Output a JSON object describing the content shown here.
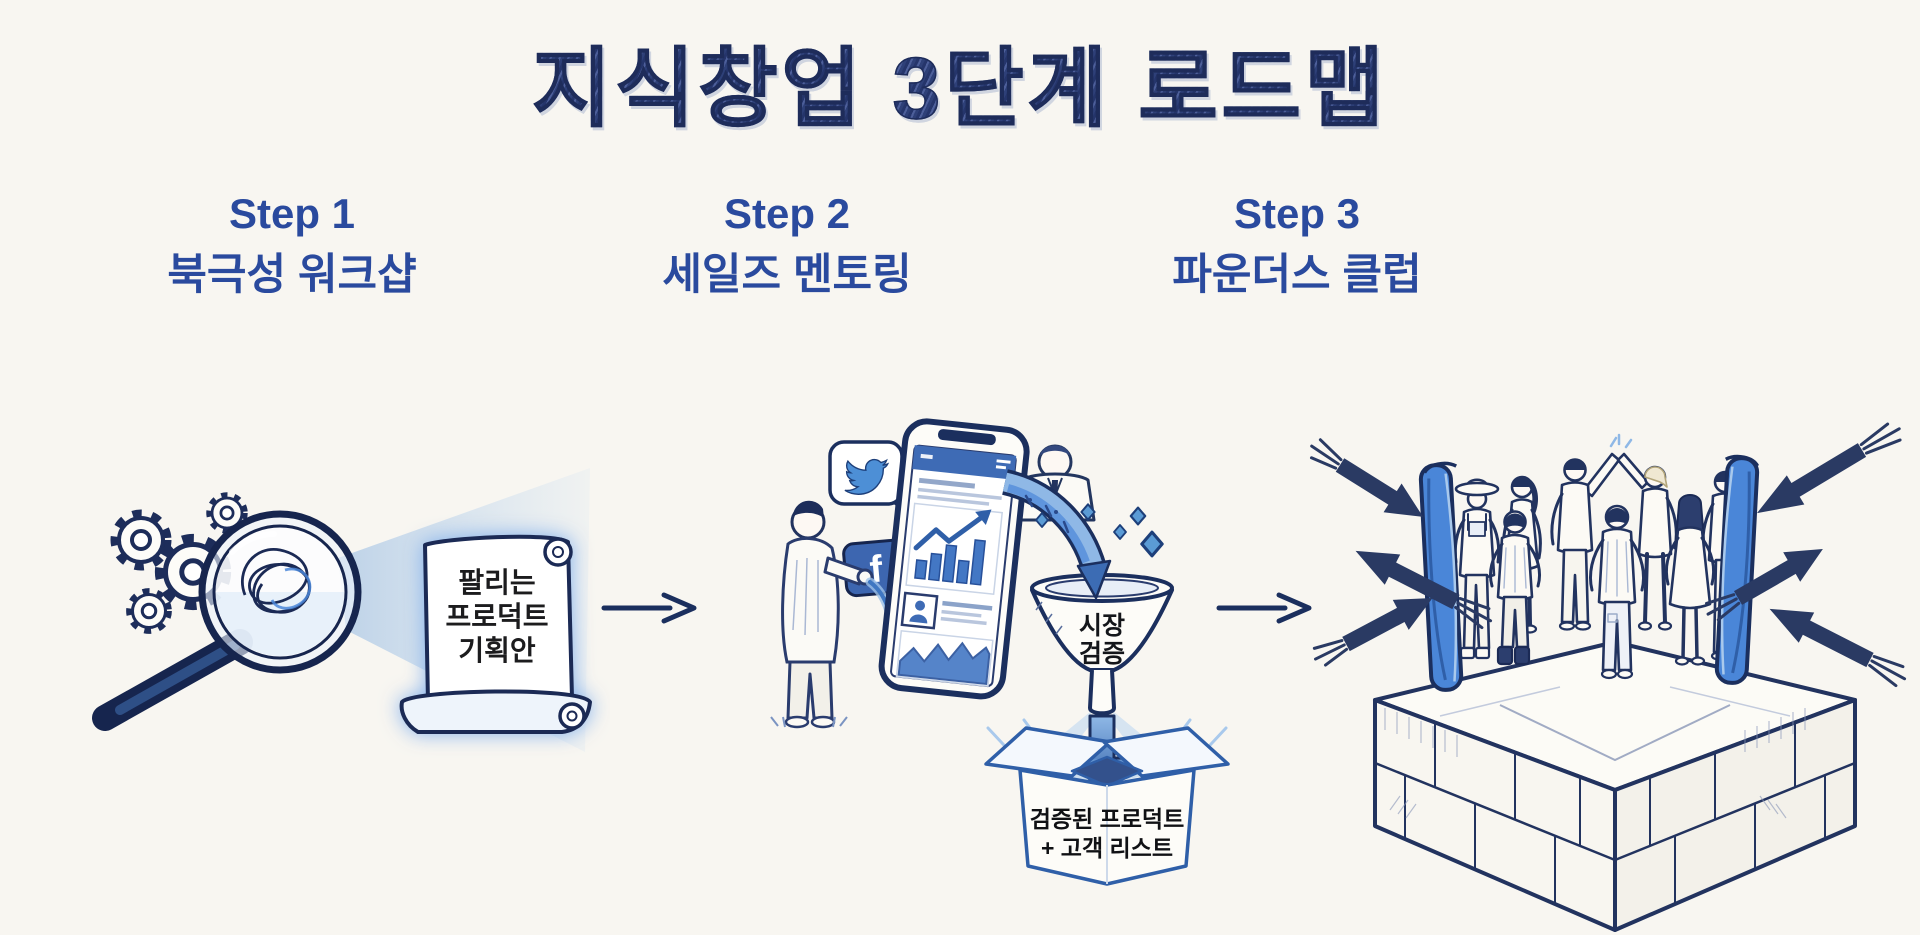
{
  "title": "지식창업 3단계 로드맵",
  "steps": [
    {
      "label": "Step 1",
      "name": "북극성 워크샵"
    },
    {
      "label": "Step 2",
      "name": "세일즈 멘토링"
    },
    {
      "label": "Step 3",
      "name": "파운더스 클럽"
    }
  ],
  "step1": {
    "scroll_lines": [
      "팔리는",
      "프로덕트",
      "기획안"
    ]
  },
  "step2": {
    "funnel_lines": [
      "시장",
      "검증"
    ],
    "box_lines": [
      "검증된 프로덕트",
      "+ 고객 리스트"
    ],
    "facebook_glyph": "f"
  },
  "colors": {
    "background": "#f8f6f1",
    "ink_navy": "#1d2d5a",
    "title_navy": "#2c3c6e",
    "step_blue": "#2a4a9e",
    "accent_blue": "#4a86d8",
    "light_blue": "#bcd6f2"
  }
}
